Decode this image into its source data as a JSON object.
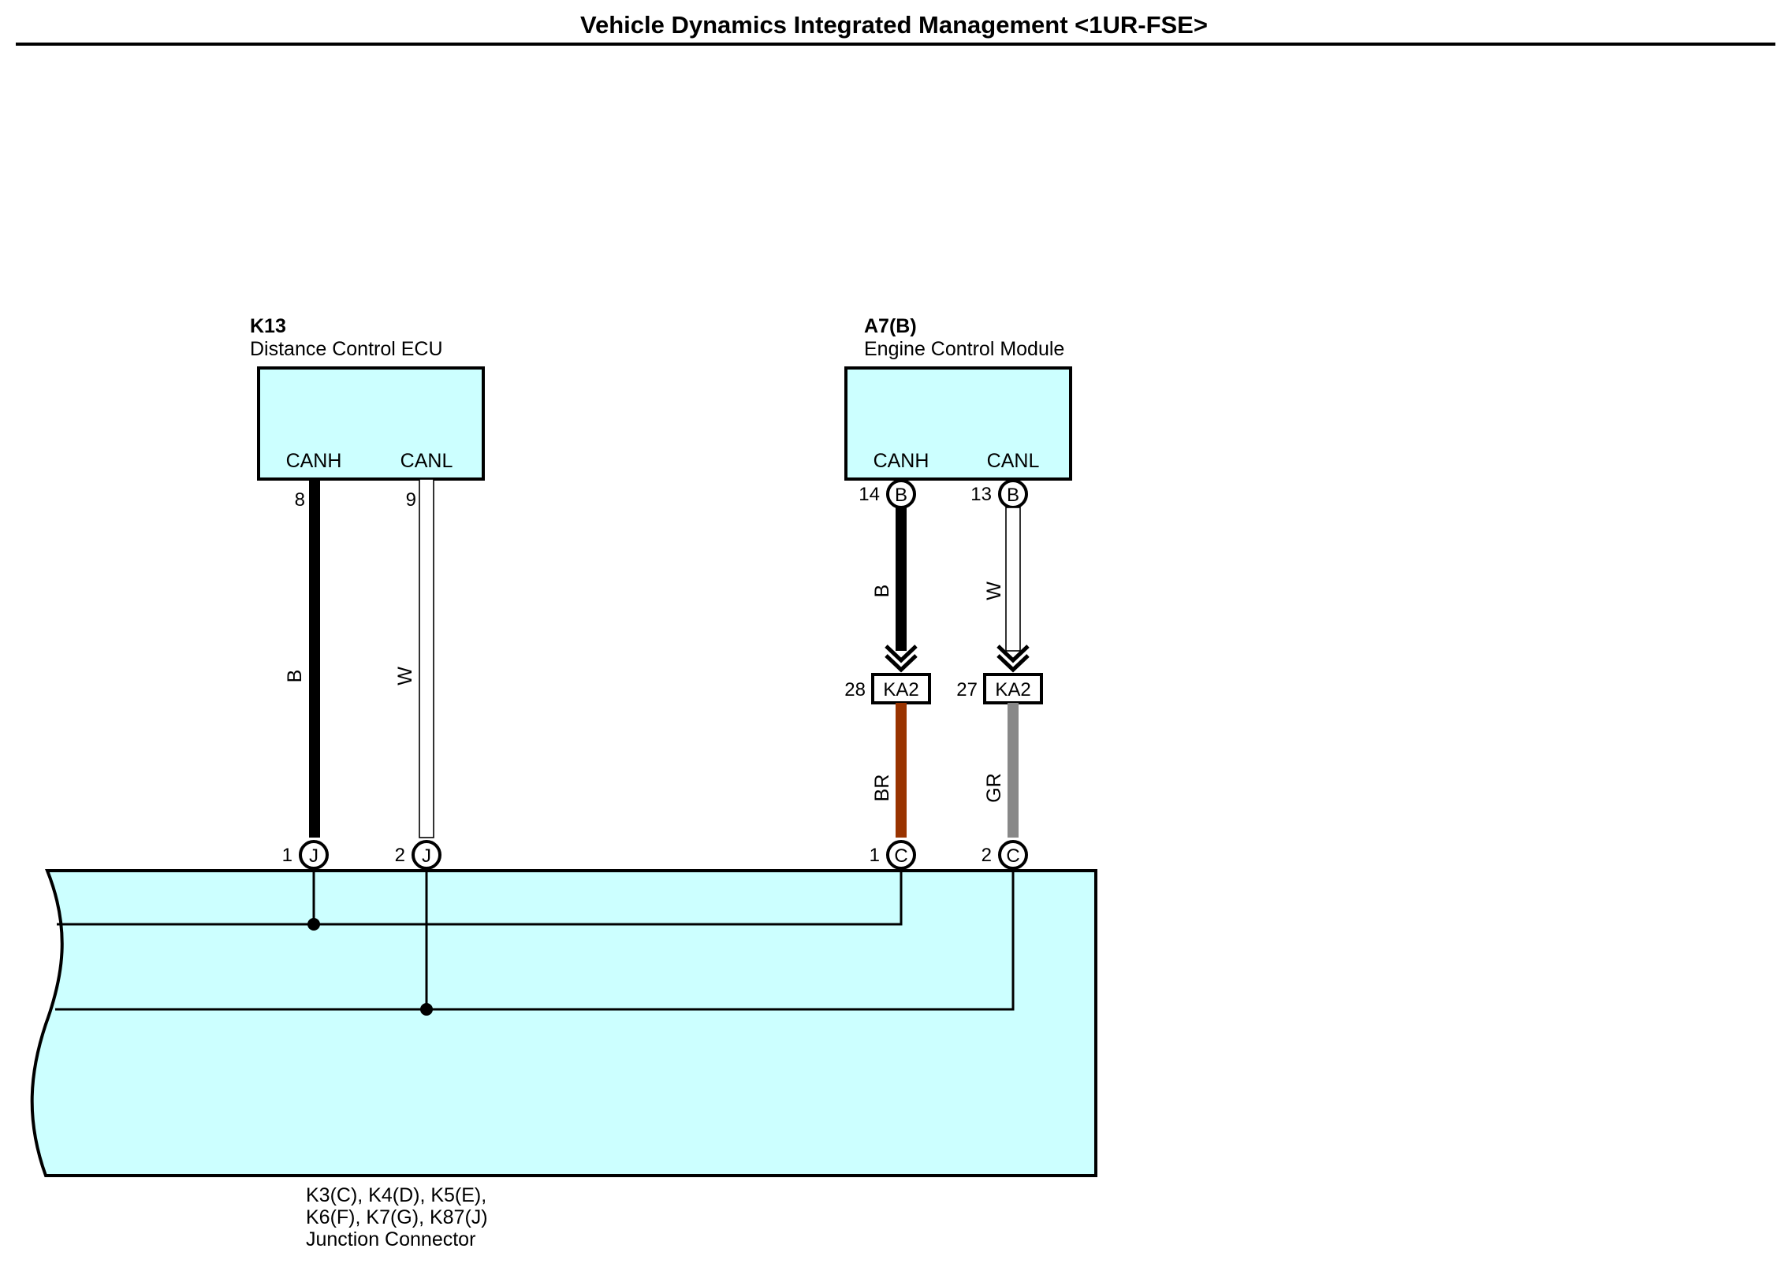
{
  "title": "Vehicle Dynamics Integrated Management <1UR-FSE>",
  "components": {
    "distance_ecu": {
      "code": "K13",
      "name": "Distance Control ECU",
      "terminals": [
        {
          "label": "CANH",
          "pin": "8"
        },
        {
          "label": "CANL",
          "pin": "9"
        }
      ],
      "color": "#ccffff"
    },
    "engine_ecm": {
      "code": "A7(B)",
      "name": "Engine Control Module",
      "terminals": [
        {
          "label": "CANH",
          "pin": "14",
          "connector": "B"
        },
        {
          "label": "CANL",
          "pin": "13",
          "connector": "B"
        }
      ],
      "color": "#ccffff"
    },
    "junction": {
      "code_line1": "K3(C), K4(D), K5(E),",
      "code_line2": "K6(F), K7(G), K87(J)",
      "name": "Junction Connector",
      "pins": [
        {
          "pin": "1",
          "connector": "J"
        },
        {
          "pin": "2",
          "connector": "J"
        },
        {
          "pin": "1",
          "connector": "C"
        },
        {
          "pin": "2",
          "connector": "C"
        }
      ],
      "color": "#ccffff"
    }
  },
  "intermediate_connectors": [
    {
      "pin": "28",
      "label": "KA2"
    },
    {
      "pin": "27",
      "label": "KA2"
    }
  ],
  "wires": {
    "k13_canh": {
      "color_code": "B",
      "hex": "#000000"
    },
    "k13_canl": {
      "color_code": "W",
      "hex": "#ffffff"
    },
    "ecm_canh_upper": {
      "color_code": "B",
      "hex": "#000000"
    },
    "ecm_canl_upper": {
      "color_code": "W",
      "hex": "#ffffff"
    },
    "ecm_canh_lower": {
      "color_code": "BR",
      "hex": "#993300"
    },
    "ecm_canl_lower": {
      "color_code": "GR",
      "hex": "#888888"
    }
  }
}
